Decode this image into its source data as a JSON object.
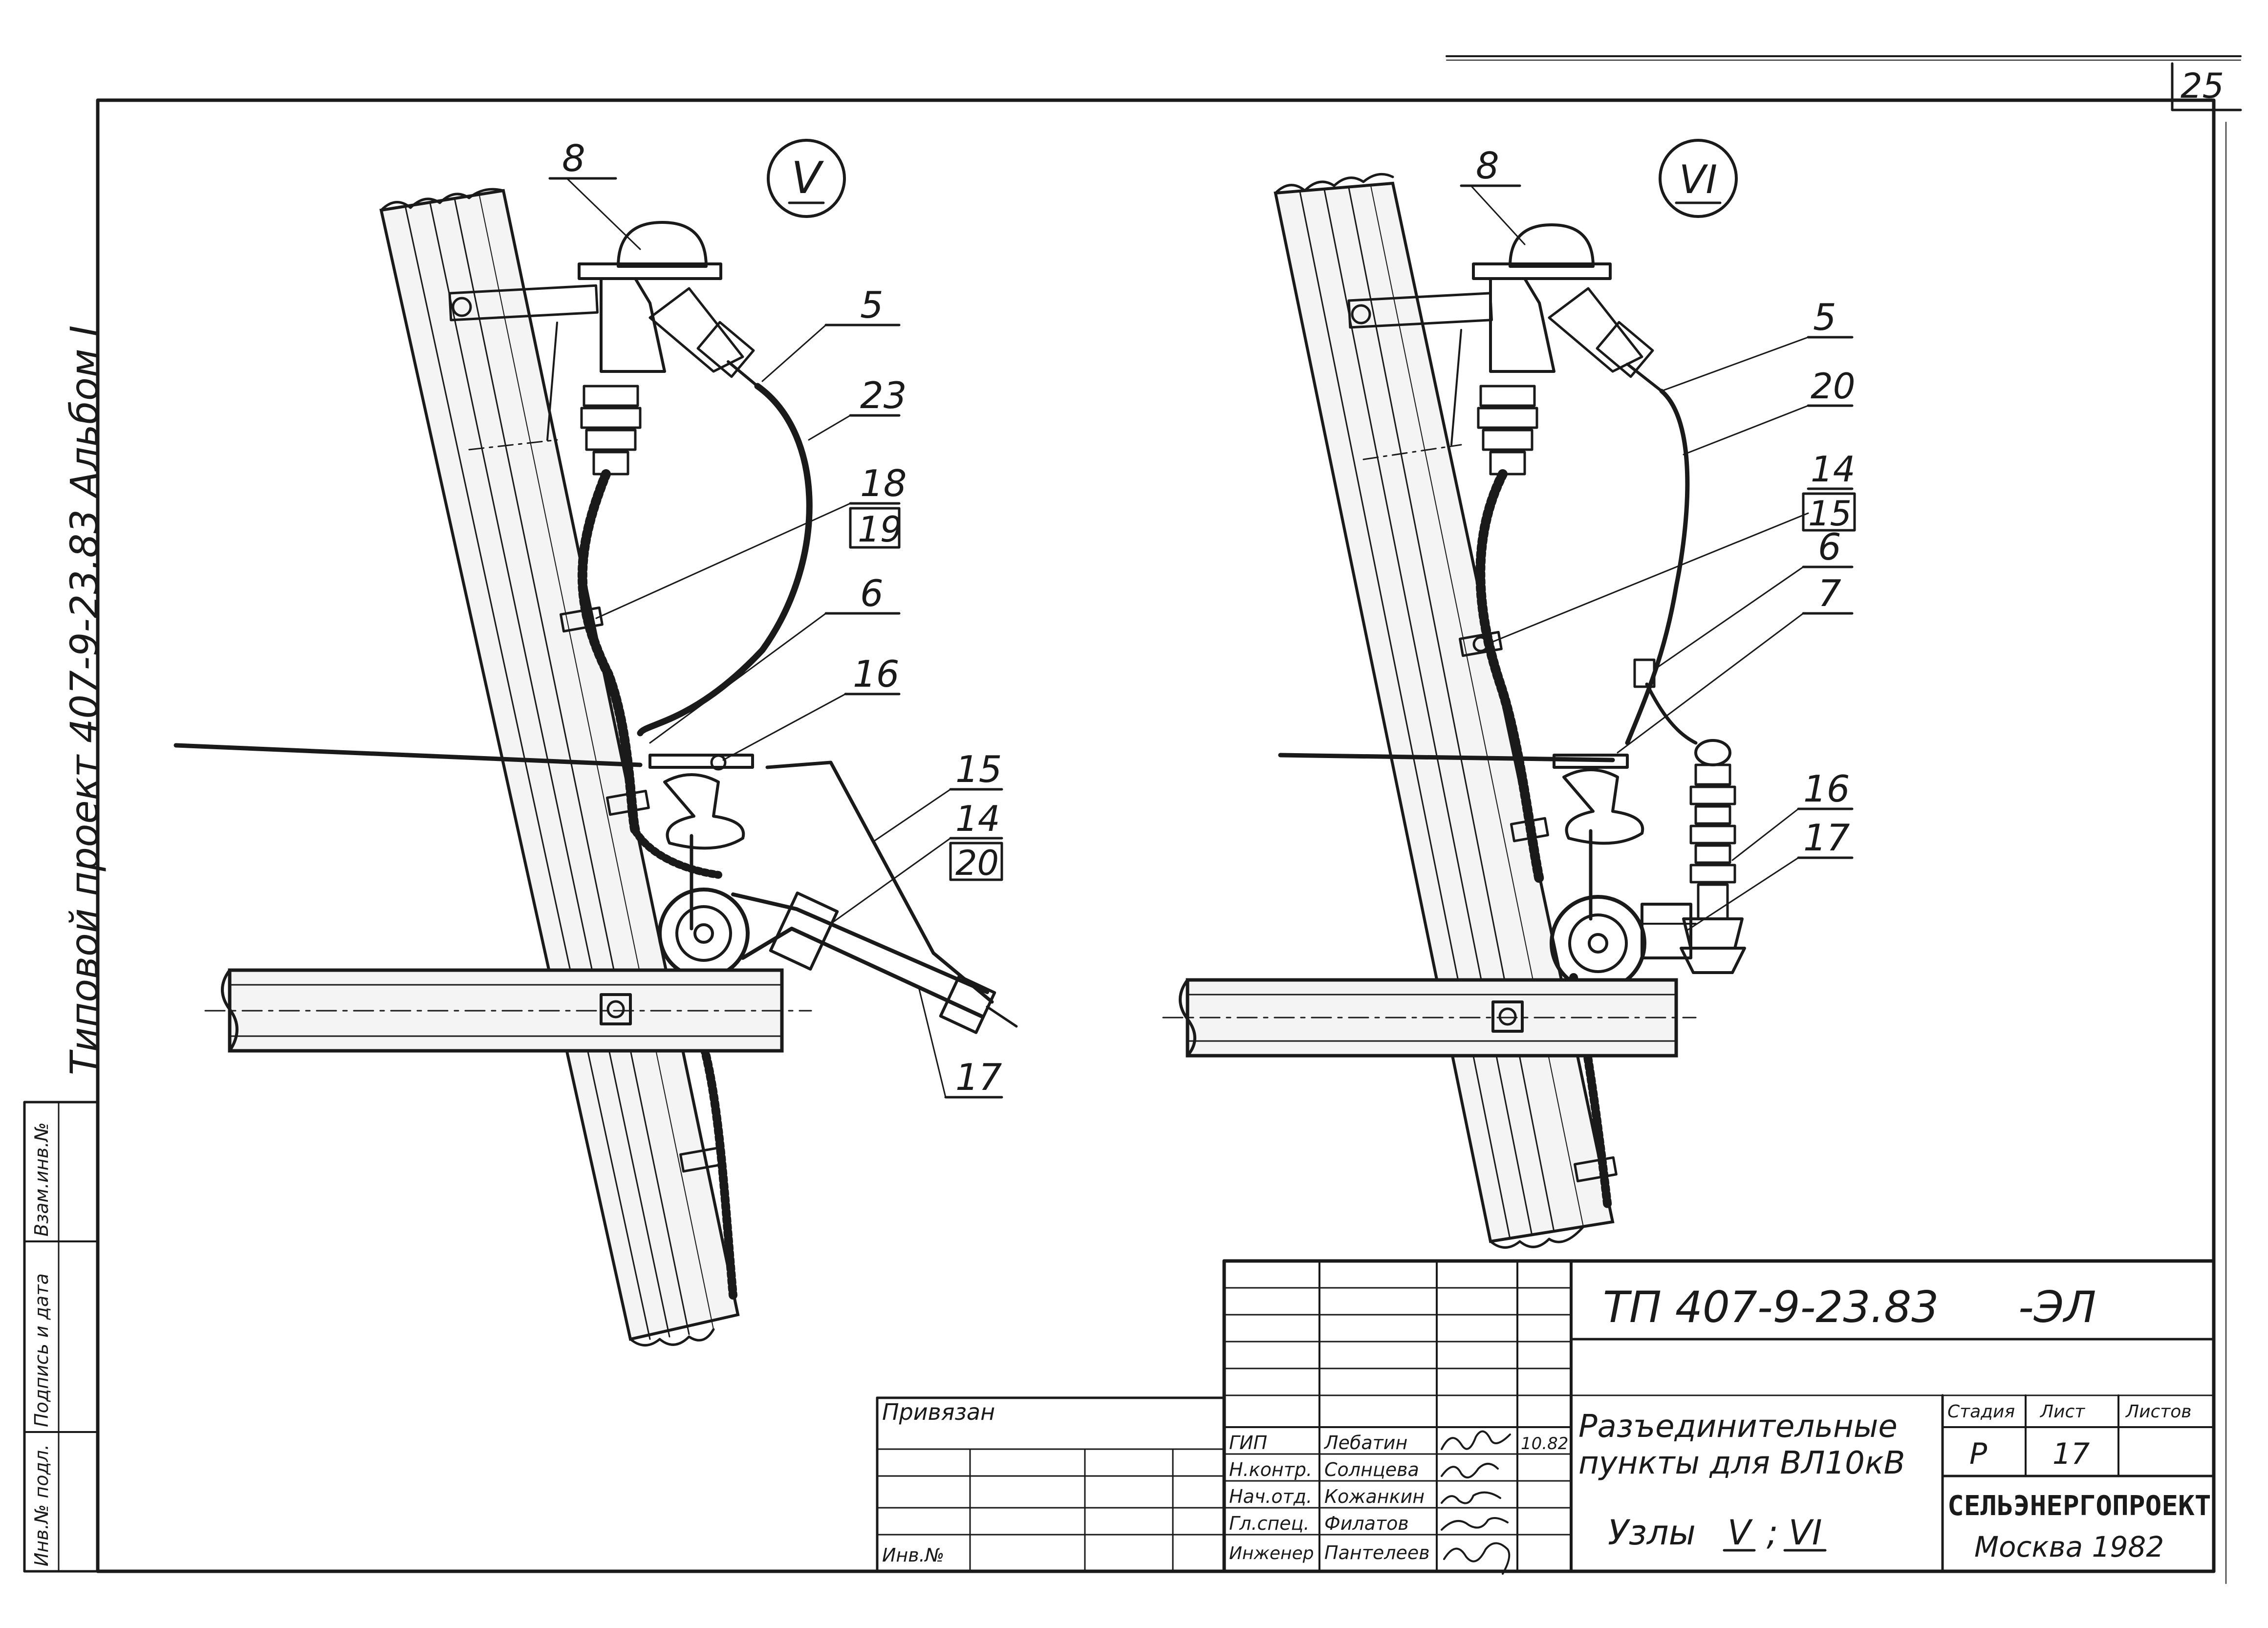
{
  "sheet_number": "25",
  "side_title": "Типовой проект 407-9-23.83 Альбом I",
  "left_strip": [
    "Инв.№ подл.",
    "Подпись и дата",
    "Взам.инв.№"
  ],
  "node_left": "V",
  "node_right": "VI",
  "callouts_left": [
    "8",
    "5",
    "23",
    "18",
    "19",
    "6",
    "16",
    "15",
    "14",
    "20",
    "17"
  ],
  "callouts_right": [
    "8",
    "5",
    "20",
    "14",
    "15",
    "6",
    "7",
    "16",
    "17"
  ],
  "stamp": {
    "code": "ТП 407-9-23.83",
    "suffix": "-ЭЛ",
    "title_line1": "Разъединительные",
    "title_line2": "пункты для ВЛ10кВ",
    "subtitle": "Узлы",
    "subtitle_nodes": [
      "V",
      "VI"
    ],
    "col_stage": "Стадия",
    "col_sheet": "Лист",
    "col_sheets": "Листов",
    "stage": "Р",
    "sheet": "17",
    "org": "СЕЛЬЭНЕРГОПРОЕКТ",
    "city_year": "Москва 1982",
    "privyazan": "Привязан",
    "inv_label": "Инв.№",
    "signatures": [
      {
        "role": "ГИП",
        "name": "Лебатин",
        "date": "10.82"
      },
      {
        "role": "Н.контр.",
        "name": "Солнцева",
        "date": ""
      },
      {
        "role": "Нач.отд.",
        "name": "Кожанкин",
        "date": ""
      },
      {
        "role": "Гл.спец.",
        "name": "Филатов",
        "date": ""
      },
      {
        "role": "Инженер",
        "name": "Пантелеев",
        "date": ""
      }
    ]
  }
}
